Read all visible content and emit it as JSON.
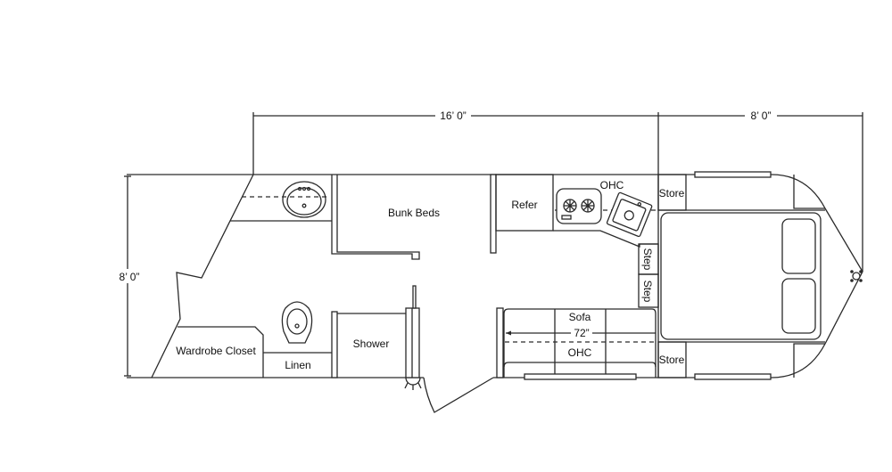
{
  "dimensions": {
    "length_main": "16’ 0”",
    "length_front": "8’ 0”",
    "width": "8’ 0”",
    "sofa_length": "72”"
  },
  "rooms": {
    "bunk_beds": "Bunk Beds",
    "refer": "Refer",
    "ohc_kitchen": "OHC",
    "store_top": "Store",
    "store_bottom": "Store",
    "step_1": "Step",
    "step_2": "Step",
    "sofa": "Sofa",
    "ohc_sofa": "OHC",
    "shower": "Shower",
    "linen": "Linen",
    "wardrobe": "Wardrobe Closet"
  },
  "colors": {
    "line": "#2a2a2a",
    "background": "#ffffff"
  }
}
